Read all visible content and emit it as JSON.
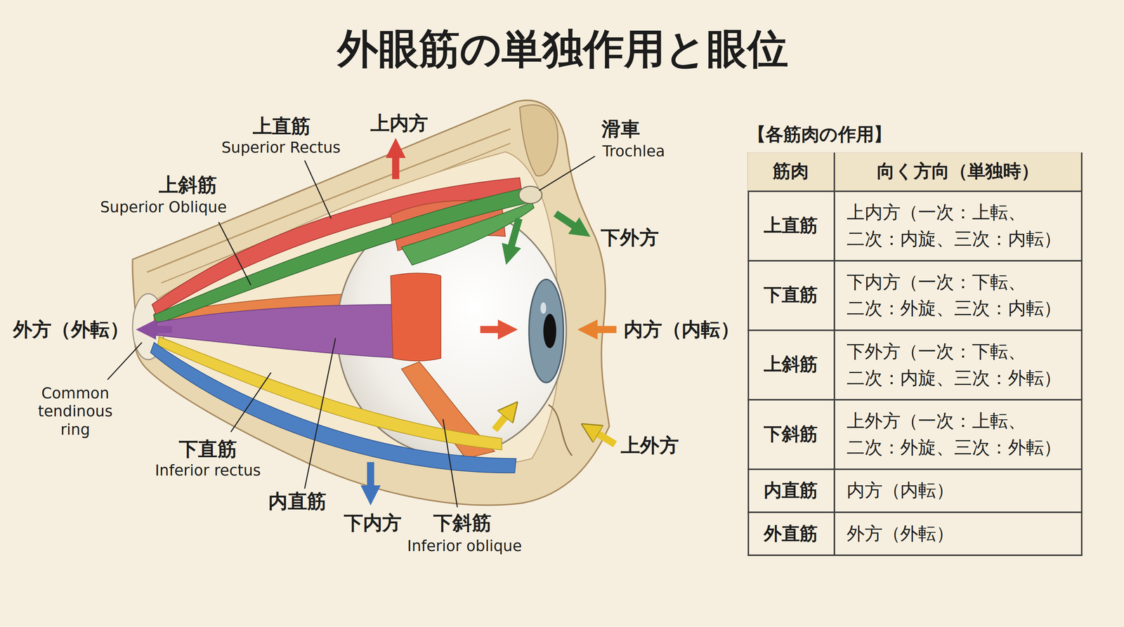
{
  "diagram": {
    "title": "外眼筋の単独作用と眼位",
    "labels": [
      "上直筋",
      "Superior Rectus",
      "上内方",
      "滑車",
      "Trochlea",
      "上斜筋",
      "Superior Oblique",
      "下外方",
      "外方（外転）",
      "内方（内転）",
      "Common tendinous ring",
      "上外方",
      "下直筋",
      "Inferior rectus",
      "内直筋",
      "下内方",
      "下斜筋",
      "Inferior oblique",
      "【各筋肉の作用】",
      "筋肉",
      "向く方向（単独時）",
      "上直筋",
      "上内方（一次：上転、 二次：内旋、三次：内転）",
      "下直筋",
      "下内方（一次：下転、 二次：外旋、三次：内転）",
      "上斜筋",
      "下外方（一次：下転、 二次：内旋、三次：外転）",
      "下斜筋",
      "上外方（一次：上転、 二次：外旋、三次：外転）",
      "内直筋",
      "内方（内転）",
      "外直筋",
      "外方（外転）"
    ]
  }
}
